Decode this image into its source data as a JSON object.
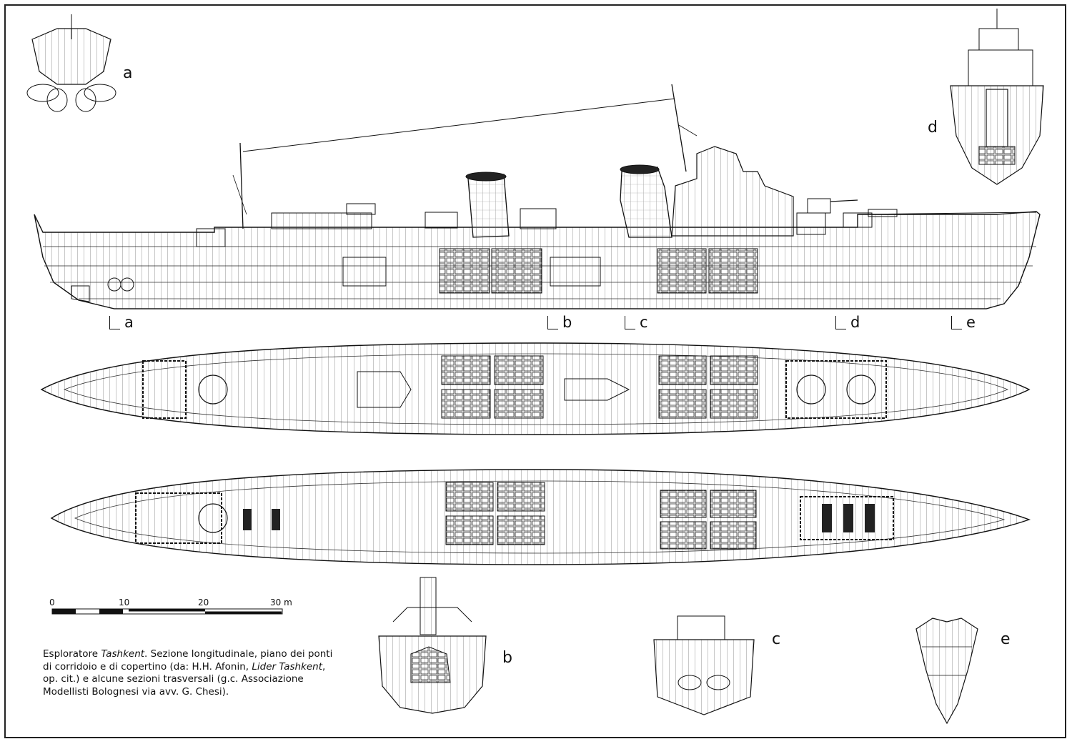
{
  "section_letters": {
    "a": "a",
    "b": "b",
    "c": "c",
    "d": "d",
    "e": "e"
  },
  "section_marks": {
    "a": "a",
    "b": "b",
    "c": "c",
    "d": "d",
    "e": "e"
  },
  "scale_bar": {
    "labels": [
      "0",
      "10",
      "20",
      "30 m"
    ]
  },
  "caption": {
    "part1": "Esploratore ",
    "ship_name": "Tashkent",
    "part2": ". Sezione longitudinale, piano dei ponti di corridoio e di copertino (da: H.H. Afonin, ",
    "book_title": "Lider Tashkent",
    "part3": ", op. cit.) e alcune sezioni trasversali (g.c. Associazione Modellisti Bolognesi via avv. G. Chesi)."
  },
  "colors": {
    "ink": "#111111",
    "paper": "#ffffff"
  }
}
